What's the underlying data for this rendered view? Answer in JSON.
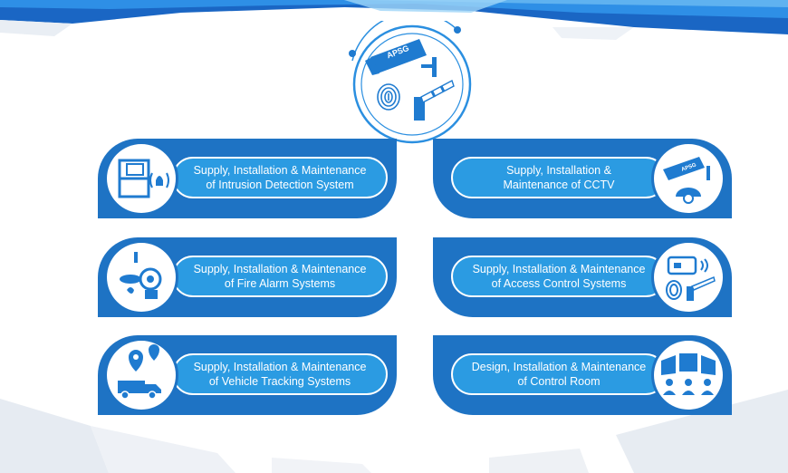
{
  "center_logo": {
    "camera_text": "APSG",
    "icon": "security-services-icon"
  },
  "services": [
    {
      "line1": "Supply, Installation & Maintenance",
      "line2": "of Intrusion Detection System",
      "icon": "intrusion-detection-icon"
    },
    {
      "line1": "Supply, Installation &",
      "line2": "Maintenance of CCTV",
      "icon": "cctv-icon",
      "camera_text": "APSG"
    },
    {
      "line1": "Supply, Installation & Maintenance",
      "line2": "of Fire Alarm Systems",
      "icon": "fire-alarm-icon"
    },
    {
      "line1": "Supply, Installation & Maintenance",
      "line2": "of Access Control Systems",
      "icon": "access-control-icon"
    },
    {
      "line1": "Supply, Installation & Maintenance",
      "line2": "of Vehicle Tracking Systems",
      "icon": "vehicle-tracking-icon"
    },
    {
      "line1": "Design, Installation & Maintenance",
      "line2": "of Control Room",
      "icon": "control-room-icon"
    }
  ],
  "colors": {
    "band": "#1e73c4",
    "pill": "#2b9be2",
    "accent": "#1f7bd0"
  }
}
